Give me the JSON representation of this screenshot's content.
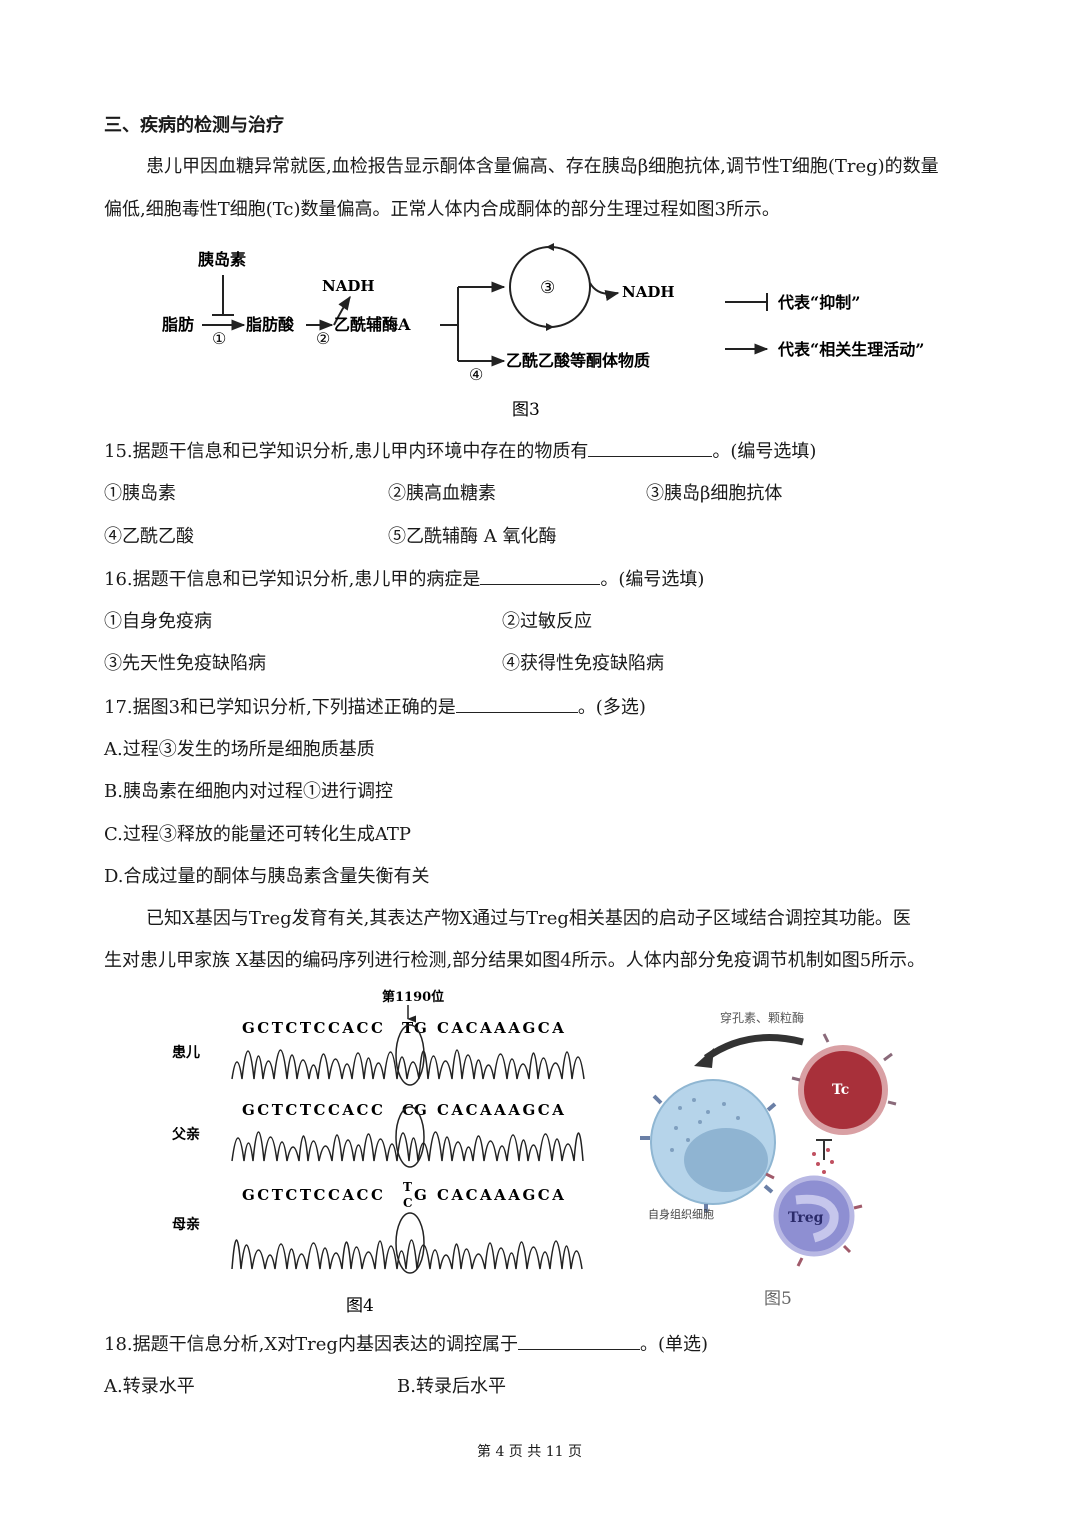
{
  "section_title": "三、疾病的检测与治疗",
  "intro": [
    "患儿甲因血糖异常就医,血检报告显示酮体含量偏高、存在胰岛β细胞抗体,调节性T细胞(Treg)的数量",
    "偏低,细胞毒性T细胞(Tc)数量偏高。正常人体内合成酮体的部分生理过程如图3所示。"
  ],
  "fig3": {
    "insulin": "胰岛素",
    "fat": "脂肪",
    "fatty_acid": "脂肪酸",
    "nadh_top": "NADH",
    "acetyl_coa": "乙酰辅酶A",
    "nadh_cycle": "NADH",
    "ketone": "乙酰乙酸等酮体物质",
    "n1": "①",
    "n2": "②",
    "n3": "③",
    "n4": "④",
    "legend_inhibit": "代表“抑制”",
    "legend_activity": "代表“相关生理活动”",
    "caption": "图3"
  },
  "q15": {
    "stem": "15.据题干信息和已学知识分析,患儿甲内环境中存在的物质有",
    "tail": "。(编号选填)",
    "options": [
      "①胰岛素",
      "②胰高血糖素",
      "③胰岛β细胞抗体",
      "④乙酰乙酸",
      "⑤乙酰辅酶 A 氧化酶"
    ]
  },
  "q16": {
    "stem": "16.据题干信息和已学知识分析,患儿甲的病症是",
    "tail": "。(编号选填)",
    "options": [
      "①自身免疫病",
      "②过敏反应",
      "③先天性免疫缺陷病",
      "④获得性免疫缺陷病"
    ]
  },
  "q17": {
    "stem": "17.据图3和已学知识分析,下列描述正确的是",
    "tail": "。(多选)",
    "options": [
      "A.过程③发生的场所是细胞质基质",
      "B.胰岛素在细胞内对过程①进行调控",
      "C.过程③释放的能量还可转化生成ATP",
      "D.合成过量的酮体与胰岛素含量失衡有关"
    ]
  },
  "para2": [
    "已知X基因与Treg发育有关,其表达产物X通过与Treg相关基因的启动子区域结合调控其功能。医",
    "生对患儿甲家族 X基因的编码序列进行检测,部分结果如图4所示。人体内部分免疫调节机制如图5所示。"
  ],
  "fig4": {
    "position_label": "第1190位",
    "rows": [
      {
        "name": "患儿",
        "left": "GCTCTCCACC",
        "mid": "T",
        "right": "G CACAAAGCA"
      },
      {
        "name": "父亲",
        "left": "GCTCTCCACC",
        "mid": "C",
        "right": "G CACAAAGCA"
      },
      {
        "name": "母亲",
        "left": "GCTCTCCACC",
        "mid_top": "T",
        "mid_bottom": "C",
        "right": "G CACAAAGCA"
      }
    ],
    "caption": "图4"
  },
  "fig5": {
    "perforin": "穿孔素、颗粒酶",
    "tc": "Tc",
    "treg": "Treg",
    "self_cell": "自身组织细胞",
    "caption": "图5"
  },
  "q18": {
    "stem": "18.据题干信息分析,X对Treg内基因表达的调控属于",
    "tail": "。(单选)",
    "options": [
      "A.转录水平",
      "B.转录后水平"
    ]
  },
  "footer": "第 4 页 共 11 页"
}
